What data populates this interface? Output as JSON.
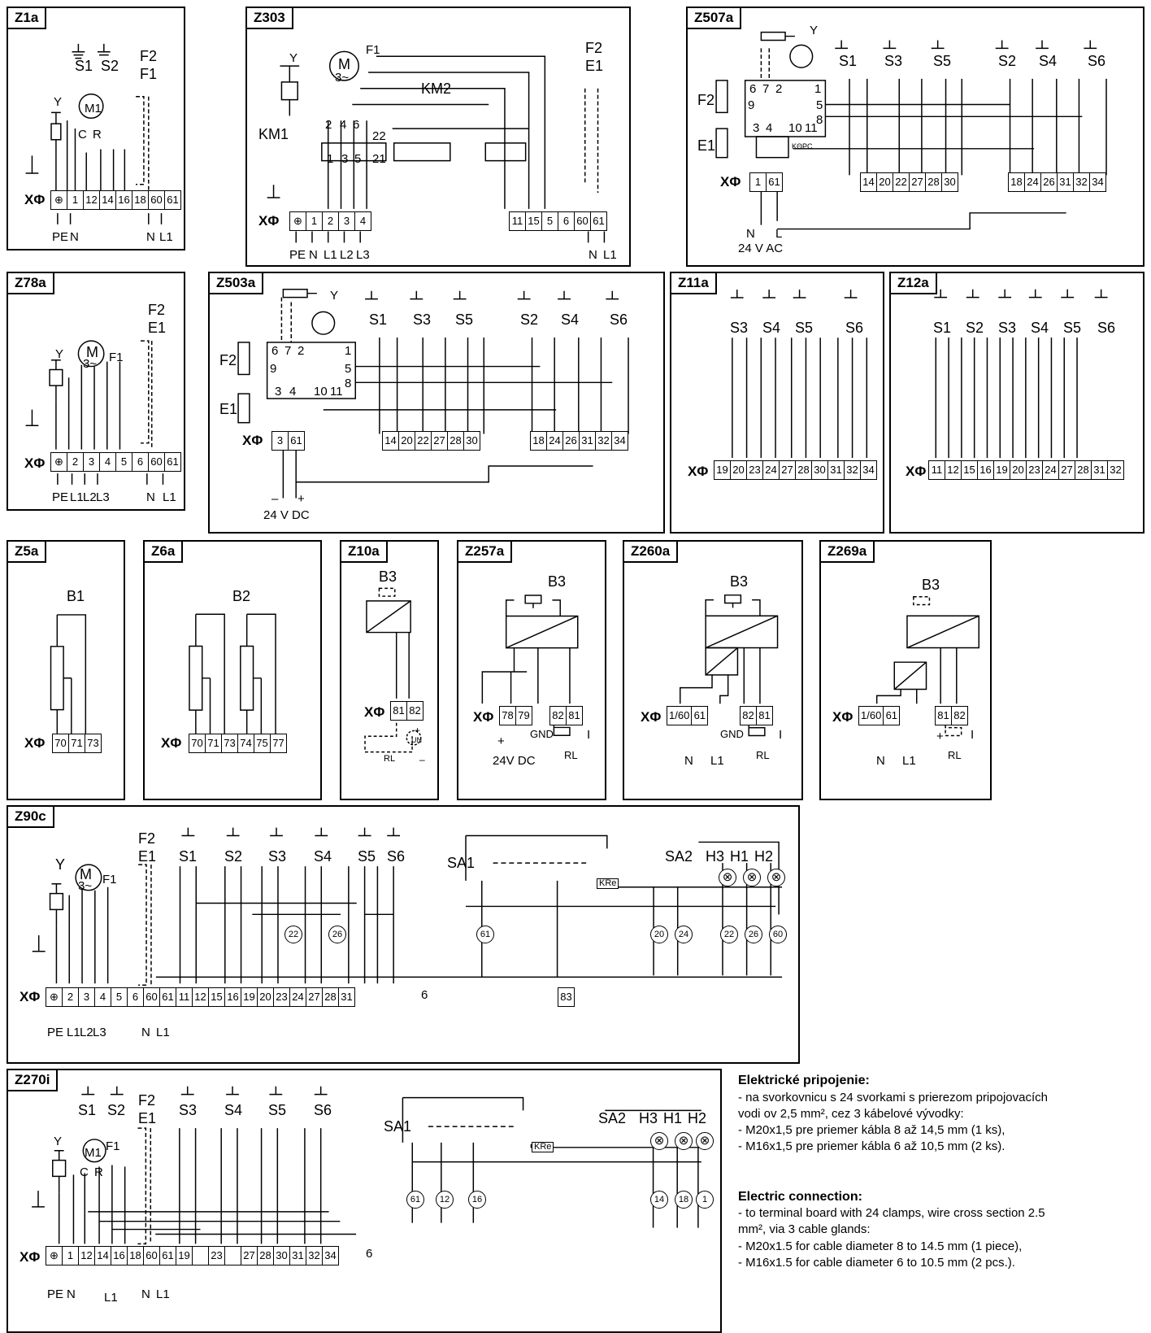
{
  "panels": {
    "z1a": {
      "title": "Z1a",
      "switches": [
        "S1",
        "S2"
      ],
      "f2": "F2",
      "f1": "F1",
      "motor": "M1",
      "y": "Y",
      "c": "C",
      "r": "R",
      "terminals": [
        "⊕",
        "1",
        "12",
        "14",
        "16",
        "18",
        "60",
        "61"
      ],
      "x": "XΦ",
      "supply": [
        "PE",
        "N",
        "N",
        "L1"
      ]
    },
    "z303": {
      "title": "Z303",
      "y": "Y",
      "motor": "M",
      "phase": "3~",
      "f1": "F1",
      "km1": "KM1",
      "km2": "KM2",
      "f2": "F2",
      "e1": "E1",
      "contact_a": [
        "2",
        "4",
        "6",
        "22"
      ],
      "contact_b": [
        "1",
        "3",
        "5",
        "21"
      ],
      "terminals_left": [
        "⊕",
        "1",
        "2",
        "3",
        "4"
      ],
      "terminals_right": [
        "11",
        "15",
        "5",
        "6",
        "60",
        "61"
      ],
      "x": "XΦ",
      "supply": [
        "PE",
        "N",
        "L1",
        "L2",
        "L3",
        "N",
        "L1"
      ]
    },
    "z507a": {
      "title": "Z507a",
      "y": "Y",
      "switches": [
        "S1",
        "S3",
        "S5",
        "S2",
        "S4",
        "S6"
      ],
      "f2": "F2",
      "e1": "E1",
      "board": [
        "6",
        "7",
        "2",
        "1",
        "9",
        "5",
        "3",
        "4",
        "10",
        "11",
        "8"
      ],
      "ko": "KΘPC",
      "terminals_a": [
        "1",
        "61"
      ],
      "terminals_b": [
        "14",
        "20",
        "22",
        "27",
        "28",
        "30"
      ],
      "terminals_c": [
        "18",
        "24",
        "26",
        "31",
        "32",
        "34"
      ],
      "x": "XΦ",
      "supply": [
        "N",
        "L",
        "24  V  AC"
      ]
    },
    "z78a": {
      "title": "Z78a",
      "y": "Y",
      "motor": "M",
      "phase": "3~",
      "f1": "F1",
      "f2": "F2",
      "e1": "E1",
      "terminals": [
        "⊕",
        "2",
        "3",
        "4",
        "5",
        "6",
        "60",
        "61"
      ],
      "x": "XΦ",
      "supply": [
        "PE",
        "L1",
        "L2",
        "L3",
        "N",
        "L1"
      ]
    },
    "z503a": {
      "title": "Z503a",
      "y": "Y",
      "switches": [
        "S1",
        "S3",
        "S5",
        "S2",
        "S4",
        "S6"
      ],
      "f2": "F2",
      "e1": "E1",
      "board": [
        "6",
        "7",
        "2",
        "1",
        "9",
        "5",
        "3",
        "4",
        "10",
        "11",
        "8"
      ],
      "terminals_a": [
        "3",
        "61"
      ],
      "terminals_b": [
        "14",
        "20",
        "22",
        "27",
        "28",
        "30"
      ],
      "terminals_c": [
        "18",
        "24",
        "26",
        "31",
        "32",
        "34"
      ],
      "x": "XΦ",
      "supply": [
        "–",
        "+",
        "24  V  DC"
      ]
    },
    "z11a": {
      "title": "Z11a",
      "switches": [
        "S3",
        "S4",
        "S5",
        "S6"
      ],
      "terminals": [
        "19",
        "20",
        "23",
        "24",
        "27",
        "28",
        "30",
        "31",
        "32",
        "34"
      ],
      "x": "XΦ"
    },
    "z12a": {
      "title": "Z12a",
      "switches": [
        "S1",
        "S2",
        "S3",
        "S4",
        "S5",
        "S6"
      ],
      "terminals": [
        "11",
        "12",
        "15",
        "16",
        "19",
        "20",
        "23",
        "24",
        "27",
        "28",
        "31",
        "32"
      ],
      "x": "XΦ"
    },
    "z5a": {
      "title": "Z5a",
      "b": "B1",
      "terminals": [
        "70",
        "71",
        "73"
      ],
      "x": "XΦ"
    },
    "z6a": {
      "title": "Z6a",
      "b": "B2",
      "terminals": [
        "70",
        "71",
        "73",
        "74",
        "75",
        "77"
      ],
      "x": "XΦ"
    },
    "z10a": {
      "title": "Z10a",
      "b": "B3",
      "terminals": [
        "81",
        "82"
      ],
      "x": "XΦ",
      "un": "UN",
      "rl": "RL",
      "plus": "+",
      "minus": "–"
    },
    "z257a": {
      "title": "Z257a",
      "b": "B3",
      "terminals_a": [
        "78",
        "79"
      ],
      "terminals_b": [
        "82",
        "81"
      ],
      "x": "XΦ",
      "gnd": "GND",
      "i": "I",
      "rl": "RL",
      "supply": "24V  DC",
      "plus": "+"
    },
    "z260a": {
      "title": "Z260a",
      "b": "B3",
      "terminals_a": [
        "1/60",
        "61"
      ],
      "terminals_b": [
        "82",
        "81"
      ],
      "x": "XΦ",
      "gnd": "GND",
      "i": "I",
      "rl": "RL",
      "supply": [
        "N",
        "L1"
      ]
    },
    "z269a": {
      "title": "Z269a",
      "b": "B3",
      "terminals_a": [
        "1/60",
        "61"
      ],
      "terminals_b": [
        "81",
        "82"
      ],
      "x": "XΦ",
      "i": "I",
      "rl": "RL",
      "supply": [
        "N",
        "L1"
      ],
      "plus": "+"
    },
    "z90c": {
      "title": "Z90c",
      "y": "Y",
      "motor": "M",
      "phase": "3~",
      "f1": "F1",
      "f2": "F2",
      "e1": "E1",
      "switches": [
        "S1",
        "S2",
        "S3",
        "S4",
        "S5",
        "S6"
      ],
      "sa1": "SA1",
      "sa2": "SA2",
      "kre": "KRe",
      "lamps": [
        "H3",
        "H1",
        "H2"
      ],
      "circles": [
        "22",
        "26",
        "61",
        "20",
        "24",
        "22",
        "26",
        "60"
      ],
      "terminals": [
        "⊕",
        "2",
        "3",
        "4",
        "5",
        "6",
        "60",
        "61",
        "11",
        "12",
        "15",
        "16",
        "19",
        "20",
        "23",
        "24",
        "27",
        "28",
        "31"
      ],
      "t83": "83",
      "six": "6",
      "x": "XΦ",
      "supply": [
        "PE",
        "L1",
        "L2",
        "L3",
        "N",
        "L1"
      ]
    },
    "z270i": {
      "title": "Z270i",
      "switches": [
        "S1",
        "S2",
        "S3",
        "S4",
        "S5",
        "S6"
      ],
      "f2": "F2",
      "e1": "E1",
      "motor": "M1",
      "y": "Y",
      "c": "C",
      "r": "R",
      "f1": "F1",
      "sa1": "SA1",
      "sa2": "SA2",
      "kre": "KRe",
      "lamps": [
        "H3",
        "H1",
        "H2"
      ],
      "circles": [
        "61",
        "12",
        "16",
        "14",
        "18",
        "1"
      ],
      "terminals": [
        "⊕",
        "1",
        "12",
        "14",
        "16",
        "18",
        "60",
        "61",
        "19",
        "",
        "23",
        "",
        "27",
        "28",
        "30",
        "31",
        "32",
        "34"
      ],
      "six": "6",
      "x": "XΦ",
      "supply": [
        "PE",
        "N",
        "L1",
        "N",
        "L1"
      ]
    }
  },
  "notes": {
    "sk_title": "Elektrické pripojenie:",
    "sk_l1": "- na svorkovnicu s 24 svorkami s prierezom pripojovacích",
    "sk_l2": "vodi  ov 2,5 mm², cez 3 kábelové vývodky:",
    "sk_l3": "- M20x1,5 pre priemer kábla 8 až 14,5 mm (1 ks),",
    "sk_l4": "- M16x1,5 pre priemer kábla 6 až 10,5 mm (2 ks).",
    "en_title": "Electric connection:",
    "en_l1": "- to terminal board with 24 clamps, wire cross section 2.5",
    "en_l2": "mm², via 3 cable glands:",
    "en_l3": "-  M20x1.5 for cable diameter 8 to 14.5 mm (1 piece),",
    "en_l4": "-  M16x1.5 for cable diameter 6 to 10.5 mm (2 pcs.)."
  }
}
